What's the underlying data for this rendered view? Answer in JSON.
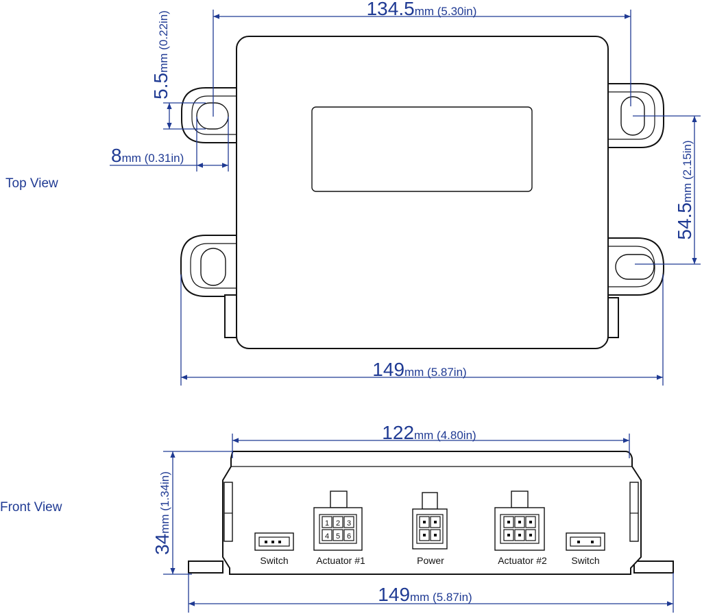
{
  "views": {
    "top_label": "Top View",
    "front_label": "Front View"
  },
  "dimensions": {
    "top_width_value": "134.5",
    "top_width_unit": "mm (5.30in)",
    "slot_height_value": "5.5",
    "slot_height_unit": "mm (0.22in)",
    "slot_width_value": "8",
    "slot_width_unit": "mm (0.31in)",
    "hole_spacing_value": "54.5",
    "hole_spacing_unit": "mm (2.15in)",
    "top_overall_value": "149",
    "top_overall_unit": "mm (5.87in)",
    "front_top_value": "122",
    "front_top_unit": "mm (4.80in)",
    "front_height_value": "34",
    "front_height_unit": "mm (1.34in)",
    "front_overall_value": "149",
    "front_overall_unit": "mm (5.87in)"
  },
  "connectors": {
    "switch_left": "Switch",
    "actuator_1": "Actuator #1",
    "power": "Power",
    "actuator_2": "Actuator #2",
    "switch_right": "Switch"
  },
  "pins": [
    "1",
    "2",
    "3",
    "4",
    "5",
    "6"
  ],
  "colors": {
    "dimension": "#1f3a93",
    "outline": "#111111"
  }
}
